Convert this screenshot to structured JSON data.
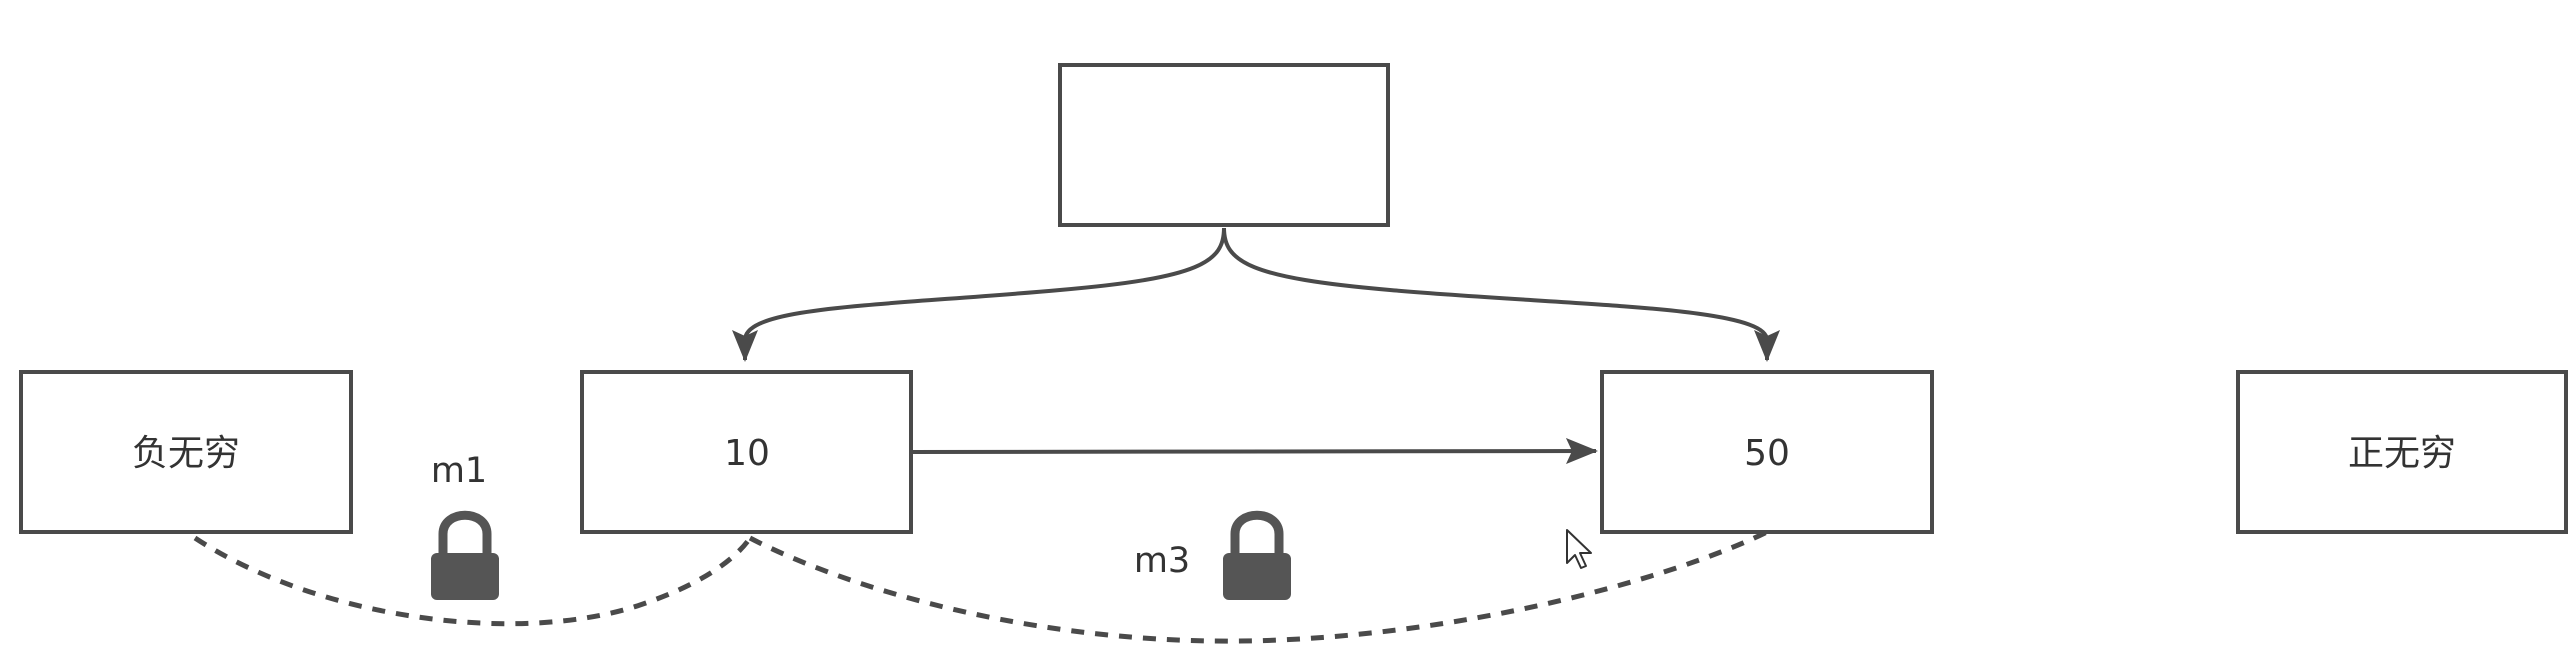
{
  "nodes": {
    "top": {
      "label": ""
    },
    "neg_inf": {
      "label": "负无穷"
    },
    "n10": {
      "label": "10"
    },
    "n50": {
      "label": "50"
    },
    "pos_inf": {
      "label": "正无穷"
    }
  },
  "locks": [
    {
      "label": "m1",
      "icon": "lock-icon"
    },
    {
      "label": "m3",
      "icon": "lock-icon"
    }
  ],
  "colors": {
    "stroke": "#4a4a4a",
    "lock": "#555555",
    "text": "#333333",
    "background": "#ffffff"
  }
}
